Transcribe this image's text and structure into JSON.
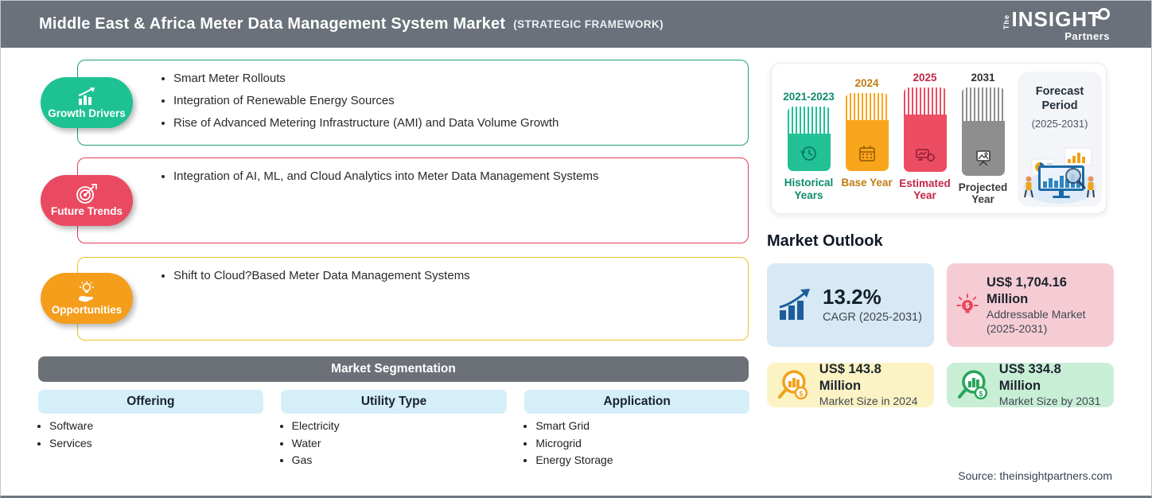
{
  "header": {
    "title": "Middle East & Africa Meter Data Management System Market",
    "framework": "(STRATEGIC FRAMEWORK)",
    "logo": {
      "the": "The",
      "insight": "INSIGHT",
      "partners": "Partners"
    }
  },
  "panels": [
    {
      "label": "Growth Drivers",
      "color": "#1ec292",
      "border_color": "#1e9e7c",
      "items": [
        "Smart Meter Rollouts",
        "Integration of Renewable Energy Sources",
        "Rise of Advanced Metering Infrastructure (AMI) and Data Volume Growth"
      ]
    },
    {
      "label": "Future Trends",
      "color": "#ea4a61",
      "border_color": "#e13c55",
      "items": [
        "Integration of AI, ML, and Cloud Analytics into Meter Data Management Systems"
      ]
    },
    {
      "label": "Opportunities",
      "color": "#f59e1c",
      "border_color": "#eec126",
      "items": [
        "Shift to Cloud?Based Meter Data Management Systems"
      ]
    }
  ],
  "segmentation": {
    "title": "Market Segmentation",
    "columns": [
      {
        "header": "Offering",
        "items": [
          "Software",
          "Services"
        ]
      },
      {
        "header": "Utility Type",
        "items": [
          "Electricity",
          "Water",
          "Gas"
        ]
      },
      {
        "header": "Application",
        "items": [
          "Smart Grid",
          "Microgrid",
          "Energy Storage"
        ]
      }
    ]
  },
  "timeline": {
    "bars": [
      {
        "year": "2021-2023",
        "label": "Historical Years",
        "color": "#21c095",
        "text_color": "#0e8c6b"
      },
      {
        "year": "2024",
        "label": "Base Year",
        "color": "#f9a51b",
        "text_color": "#bf7d12"
      },
      {
        "year": "2025",
        "label": "Estimated Year",
        "color": "#ec4d62",
        "text_color": "#c22646"
      },
      {
        "year": "2031",
        "label": "Projected Year",
        "color": "#8e8e8e",
        "text_color": "#3a3a3a"
      }
    ],
    "forecast": {
      "title": "Forecast Period",
      "range": "(2025-2031)"
    }
  },
  "outlook": {
    "title": "Market Outlook",
    "cards": [
      {
        "value": "13.2%",
        "label": "CAGR (2025-2031)",
        "bg": "#d7e9f4",
        "icon_color": "#1d5d9b"
      },
      {
        "value": "US$ 1,704.16 Million",
        "label": "Addressable Market (2025-2031)",
        "bg": "#f6ccd4",
        "icon_color": "#e8495e"
      },
      {
        "value": "US$ 143.8 Million",
        "label": "Market Size in 2024",
        "bg": "#fbf3c3",
        "icon_color": "#f2a118"
      },
      {
        "value": "US$ 334.8 Million",
        "label": "Market Size by 2031",
        "bg": "#c9eed6",
        "icon_color": "#27a55a"
      }
    ]
  },
  "source": "Source: theinsightpartners.com"
}
